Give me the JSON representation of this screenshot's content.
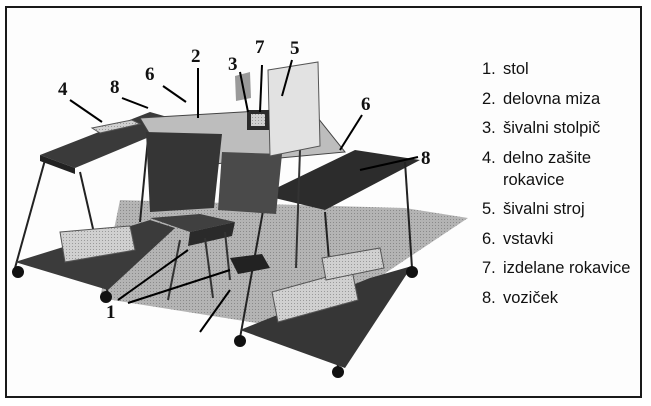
{
  "callouts": [
    "1",
    "2",
    "3",
    "4",
    "5",
    "6",
    "6",
    "7",
    "8",
    "8"
  ],
  "legend": [
    {
      "num": "1.",
      "text": "stol"
    },
    {
      "num": "2.",
      "text": "delovna miza"
    },
    {
      "num": "3.",
      "text": "šivalni stolpič"
    },
    {
      "num": "4.",
      "text": "delno zašite rokavice"
    },
    {
      "num": "5.",
      "text": "šivalni stroj"
    },
    {
      "num": "6.",
      "text": "vstavki"
    },
    {
      "num": "7.",
      "text": "izdelane rokavice"
    },
    {
      "num": "8.",
      "text": "voziček"
    }
  ],
  "colors": {
    "dark": "#333333",
    "mid": "#6e6e6e",
    "light": "#cfcfcf",
    "floor": "#a9a9a9",
    "ink": "#111111"
  }
}
